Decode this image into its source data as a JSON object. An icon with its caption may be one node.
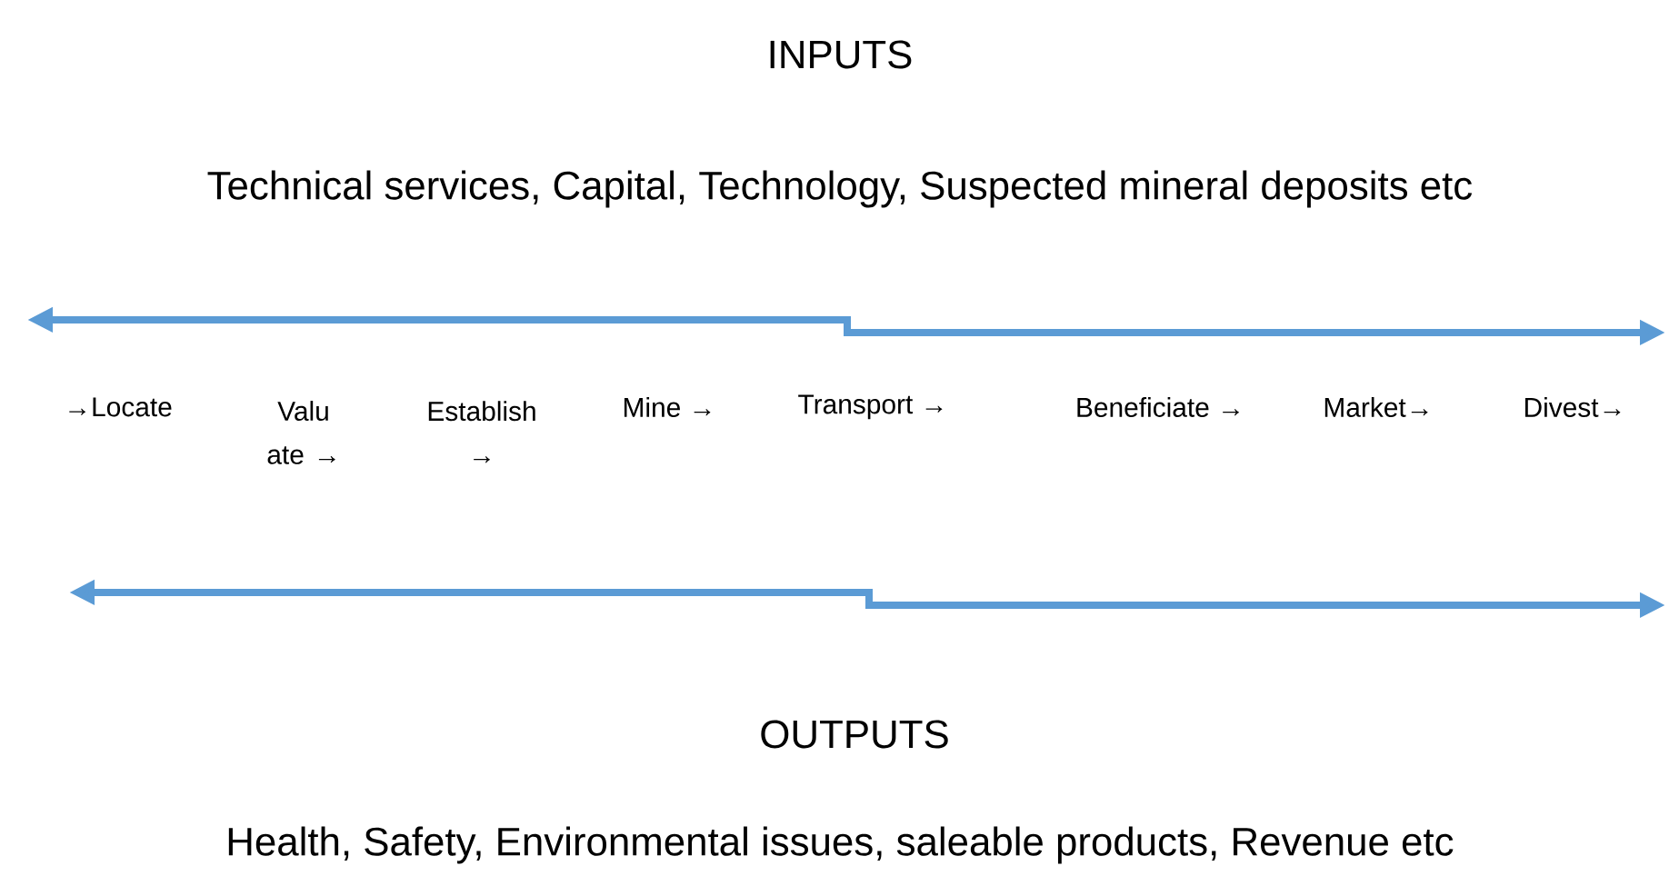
{
  "diagram": {
    "labels": [
      "INPUTS",
      "Technical services, Capital, Technology, Suspected mineral deposits etc",
      "→Locate",
      "Valu ate →",
      "Establish →",
      "Mine →",
      "Transport →",
      "Beneficiate →",
      "Market→",
      "Divest→",
      "OUTPUTS",
      "Health, Safety, Environmental issues, saleable products, Revenue etc"
    ]
  }
}
